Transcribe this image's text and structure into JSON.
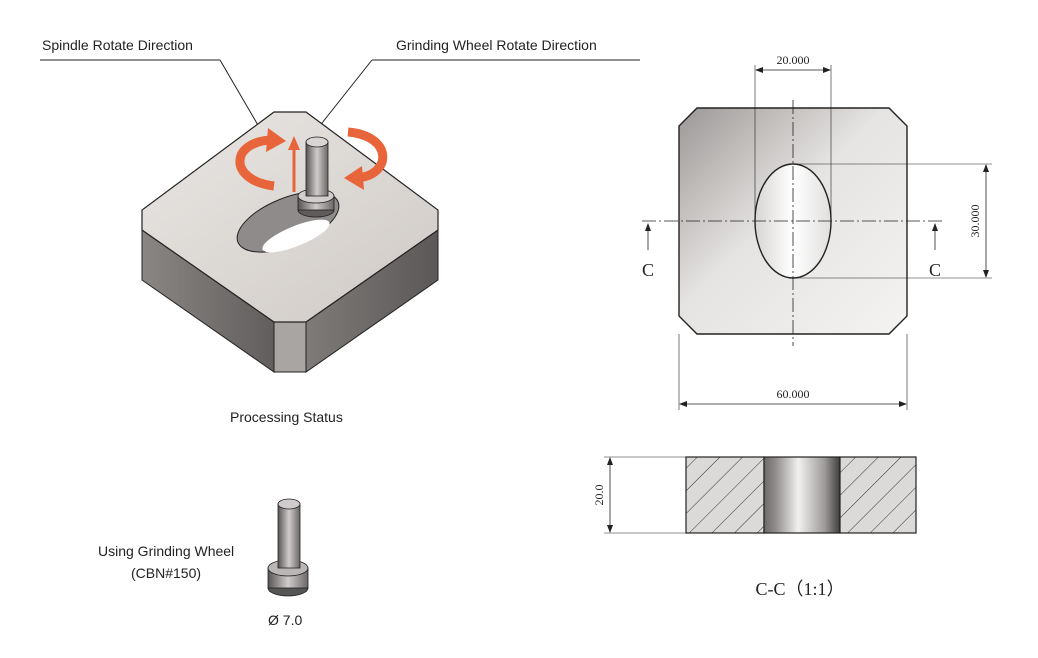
{
  "labels": {
    "spindle_direction": "Spindle Rotate Direction",
    "wheel_direction": "Grinding Wheel Rotate Direction",
    "processing_status": "Processing Status",
    "using_wheel_line1": "Using Grinding Wheel",
    "using_wheel_line2": "(CBN#150)",
    "wheel_diameter": "Ø 7.0"
  },
  "top_view": {
    "dim_top": "20.000",
    "dim_right": "30.000",
    "dim_bottom": "60.000",
    "section_mark_left": "C",
    "section_mark_right": "C"
  },
  "section_view": {
    "dim_height": "20.0",
    "caption": "C-C（1:1）"
  },
  "colors": {
    "arrow": "#e8643a",
    "part_top": "#dedad6",
    "part_side_dark": "#6e6b6a",
    "line": "#222222"
  }
}
